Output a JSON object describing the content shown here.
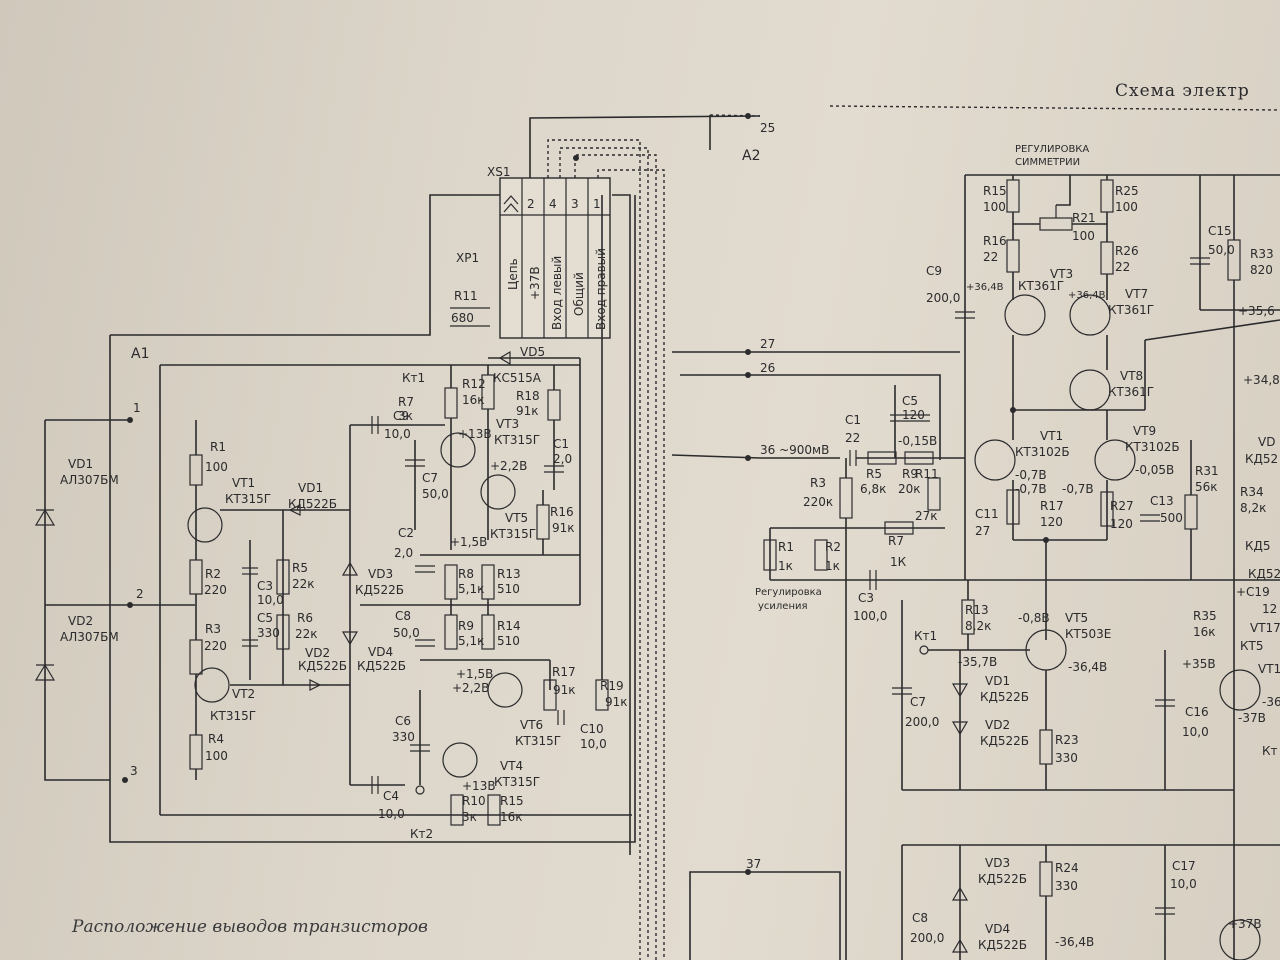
{
  "title": "Схема электр",
  "caption": "Расположение выводов транзисторов",
  "board_a1": {
    "label": "A1",
    "connector_xs1": "XS1",
    "connector_xp1": "XP1",
    "pins": [
      "2",
      "4",
      "3",
      "1"
    ],
    "conn_labels": [
      "Цепь",
      "+37В",
      "Вход левый",
      "Общий",
      "Вход правый"
    ],
    "nodes": [
      "1",
      "2",
      "3"
    ],
    "test_points": [
      "Кт1",
      "Кт2"
    ],
    "leds": [
      {
        "ref": "VD1",
        "type": "АЛ307БМ"
      },
      {
        "ref": "VD2",
        "type": "АЛ307БМ"
      }
    ],
    "transistors": [
      {
        "ref": "VT1",
        "type": "КТ315Г"
      },
      {
        "ref": "VT2",
        "type": "КТ315Г"
      },
      {
        "ref": "VT3",
        "type": "КТ315Г"
      },
      {
        "ref": "VT5",
        "type": "КТ315Г"
      },
      {
        "ref": "VT6",
        "type": "КТ315Г"
      },
      {
        "ref": "VT4",
        "type": "КТ315Г"
      }
    ],
    "diodes": [
      {
        "ref": "VD1",
        "type": "КД522Б"
      },
      {
        "ref": "VD2",
        "type": "КД522Б"
      },
      {
        "ref": "VD3",
        "type": "КД522Б"
      },
      {
        "ref": "VD4",
        "type": "КД522Б"
      },
      {
        "ref": "VD5",
        "type": "КС515А"
      }
    ],
    "resistors": [
      {
        "ref": "R1",
        "value": "100"
      },
      {
        "ref": "R2",
        "value": "220"
      },
      {
        "ref": "R3",
        "value": "220"
      },
      {
        "ref": "R4",
        "value": "100"
      },
      {
        "ref": "R5",
        "value": "22к"
      },
      {
        "ref": "R6",
        "value": "22к"
      },
      {
        "ref": "R7",
        "value": "3к"
      },
      {
        "ref": "R12",
        "value": "16к"
      },
      {
        "ref": "R18",
        "value": "91к"
      },
      {
        "ref": "R16",
        "value": "91к"
      },
      {
        "ref": "R8",
        "value": "5,1к"
      },
      {
        "ref": "R13",
        "value": "510"
      },
      {
        "ref": "R9",
        "value": "5,1к"
      },
      {
        "ref": "R14",
        "value": "510"
      },
      {
        "ref": "R17",
        "value": "91к"
      },
      {
        "ref": "R19",
        "value": "91к"
      },
      {
        "ref": "R10",
        "value": "3к"
      },
      {
        "ref": "R15",
        "value": "16к"
      },
      {
        "ref": "",
        "ref_top": "R11",
        "value": "680"
      }
    ],
    "capacitors": [
      {
        "ref": "C3",
        "value": "10,0"
      },
      {
        "ref": "C5",
        "value": "330"
      },
      {
        "ref": "C9",
        "value": "10,0"
      },
      {
        "ref": "C7",
        "value": "50,0"
      },
      {
        "ref": "C1",
        "value": "2,0"
      },
      {
        "ref": "C2",
        "value": "2,0"
      },
      {
        "ref": "C8",
        "value": "50,0"
      },
      {
        "ref": "C10",
        "value": "10,0"
      },
      {
        "ref": "C6",
        "value": "330"
      },
      {
        "ref": "C4",
        "value": "10,0"
      }
    ],
    "voltages": [
      "+13В",
      "+2,2В",
      "+1,5В",
      "+1,5В",
      "+2,2В",
      "+13В"
    ]
  },
  "board_a2": {
    "label": "A2",
    "nodes": [
      "25",
      "27",
      "26",
      "37"
    ],
    "input_signal": "36 ~900мВ",
    "symmetry_label": [
      "РЕГУЛИРОВКА",
      "СИММЕТРИИ"
    ],
    "gain_label": [
      "Регулировка",
      "усиления"
    ],
    "test_points": [
      "Кт1"
    ],
    "transistors": [
      {
        "ref": "VT3",
        "type": "КТ361Г"
      },
      {
        "ref": "VT7",
        "type": "КТ361Г"
      },
      {
        "ref": "VT8",
        "type": "КТ361Г"
      },
      {
        "ref": "VT1",
        "type": "КТ3102Б"
      },
      {
        "ref": "VT9",
        "type": "КТ3102Б"
      },
      {
        "ref": "VT5",
        "type": "КТ503Е"
      }
    ],
    "diodes": [
      {
        "ref": "VD1",
        "type": "КД522Б"
      },
      {
        "ref": "VD2",
        "type": "КД522Б"
      },
      {
        "ref": "VD3",
        "type": "КД522Б"
      },
      {
        "ref": "VD4",
        "type": "КД522Б"
      }
    ],
    "resistors": [
      {
        "ref": "R15",
        "value": "100"
      },
      {
        "ref": "R16",
        "value": "22"
      },
      {
        "ref": "R21",
        "value": "100"
      },
      {
        "ref": "R25",
        "value": "100"
      },
      {
        "ref": "R26",
        "value": "22"
      },
      {
        "ref": "R3",
        "value": "220к"
      },
      {
        "ref": "R5",
        "value": "6,8к"
      },
      {
        "ref": "R9",
        "value": "20к"
      },
      {
        "ref": "R11",
        "value": "27к"
      },
      {
        "ref": "R7",
        "value": "1К"
      },
      {
        "ref": "R1",
        "value": "1к"
      },
      {
        "ref": "R2",
        "value": "1к"
      },
      {
        "ref": "R17",
        "value": "120"
      },
      {
        "ref": "R27",
        "value": "120"
      },
      {
        "ref": "R31",
        "value": "56к"
      },
      {
        "ref": "R33",
        "value": "820"
      },
      {
        "ref": "R34",
        "value": "8,2к"
      },
      {
        "ref": "R35",
        "value": "16к"
      },
      {
        "ref": "R13",
        "value": "8,2к"
      },
      {
        "ref": "R23",
        "value": "330"
      },
      {
        "ref": "R24",
        "value": "330"
      }
    ],
    "capacitors": [
      {
        "ref": "C9",
        "value": "200,0"
      },
      {
        "ref": "C1",
        "value": "22"
      },
      {
        "ref": "C5",
        "value": "120"
      },
      {
        "ref": "C3",
        "value": "100,0"
      },
      {
        "ref": "C11",
        "value": "27"
      },
      {
        "ref": "C13",
        "value": "500"
      },
      {
        "ref": "C15",
        "value": "50,0"
      },
      {
        "ref": "C7",
        "value": "200,0"
      },
      {
        "ref": "C16",
        "value": "10,0"
      },
      {
        "ref": "C8",
        "value": "200,0"
      },
      {
        "ref": "C17",
        "value": "10,0"
      }
    ],
    "voltages": [
      "+36,4В",
      "+36,4В",
      "-0,15В",
      "-0,7В",
      "-0,7В",
      "-0,7В",
      "-0,05В",
      "+35,6",
      "+34,8",
      "-35,7В",
      "-0,8В",
      "-36,4В",
      "+35В",
      "-37В",
      "-36,4В",
      "+37В"
    ],
    "right_edge": [
      "VD",
      "КД52",
      "КД5",
      "КД52",
      "+C19",
      "12",
      "VT17",
      "КТ5",
      "VT1",
      "-36",
      "Кт"
    ]
  }
}
